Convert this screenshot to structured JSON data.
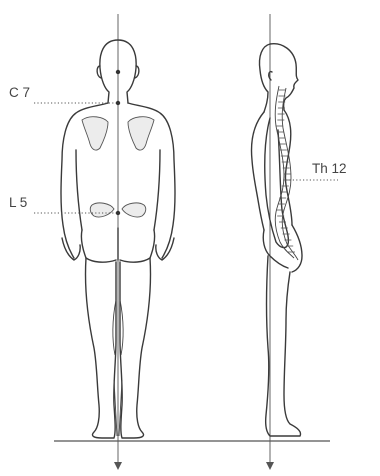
{
  "labels": {
    "c7": "C 7",
    "l5": "L 5",
    "th12": "Th 12"
  },
  "views": [
    "posterior-view",
    "lateral-view"
  ]
}
